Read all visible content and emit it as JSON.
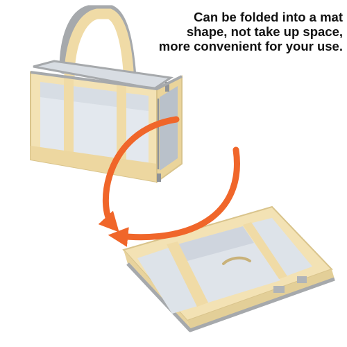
{
  "caption": {
    "lines": [
      "Can be folded into a mat",
      "shape, not take up space,",
      "more convenient for your use."
    ]
  },
  "colors": {
    "fabric": "#f3e2b4",
    "fabric_shadow": "#e3cf98",
    "trim": "#a6a9ac",
    "mesh": "#dfe4ea",
    "mesh_dark": "#c4ccd5",
    "arrow": "#f0662a"
  },
  "icons": {
    "arrows": "circular-fold-arrows-icon"
  }
}
